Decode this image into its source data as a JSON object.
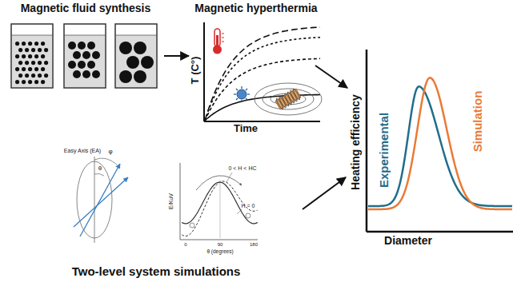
{
  "diagram": {
    "nodes": [
      {
        "text": [
          "Magnetic fluid synthesis"
        ]
      },
      {
        "text": [
          "Magnetic hyperthermia",
          "T (C°)",
          "Time"
        ]
      },
      {
        "text": [
          "Heating efficiency",
          "Experimental",
          "Simulation",
          "Diameter"
        ]
      },
      {
        "text": [
          "Two-level system simulations"
        ]
      }
    ],
    "edges": [
      {
        "from": 0,
        "to": 1,
        "arrow": "to"
      },
      {
        "from": 1,
        "to": 2,
        "arrow": "to"
      },
      {
        "from": 3,
        "to": 2,
        "arrow": "to"
      }
    ],
    "labels": [
      "Easy Axis (EA)",
      "φ",
      "θ",
      "E/KuV",
      "0 < H < HC",
      "H = 0",
      "0",
      "90",
      "180",
      "θ (degrees)"
    ]
  }
}
